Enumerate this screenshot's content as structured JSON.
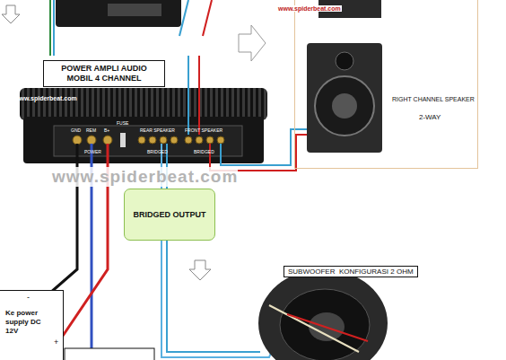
{
  "diagram": {
    "nodes": [
      {
        "text": [
          "POWER AMPLI AUDIO MOBIL 4 CHANNEL"
        ]
      },
      {
        "text": [
          "RIGHT CHANNEL SPEAKER",
          "2-WAY"
        ]
      },
      {
        "text": [
          "BRIDGED OUTPUT"
        ]
      },
      {
        "text": [
          "SUBWOOFER  KONFIGURASI 2 OHM"
        ]
      },
      {
        "text": [
          "-",
          "Ke power supply DC 12V",
          "+"
        ]
      }
    ],
    "labels": [
      "www.spiderbeat.com",
      "www.spiderbeat.com",
      "www.spiderbeat.com",
      "GND",
      "REM",
      "B+",
      "FUSE",
      "REAR SPEAKER",
      "FRONT SPEAKER",
      "BRIDGED",
      "BRIDGED",
      "POWER"
    ]
  }
}
